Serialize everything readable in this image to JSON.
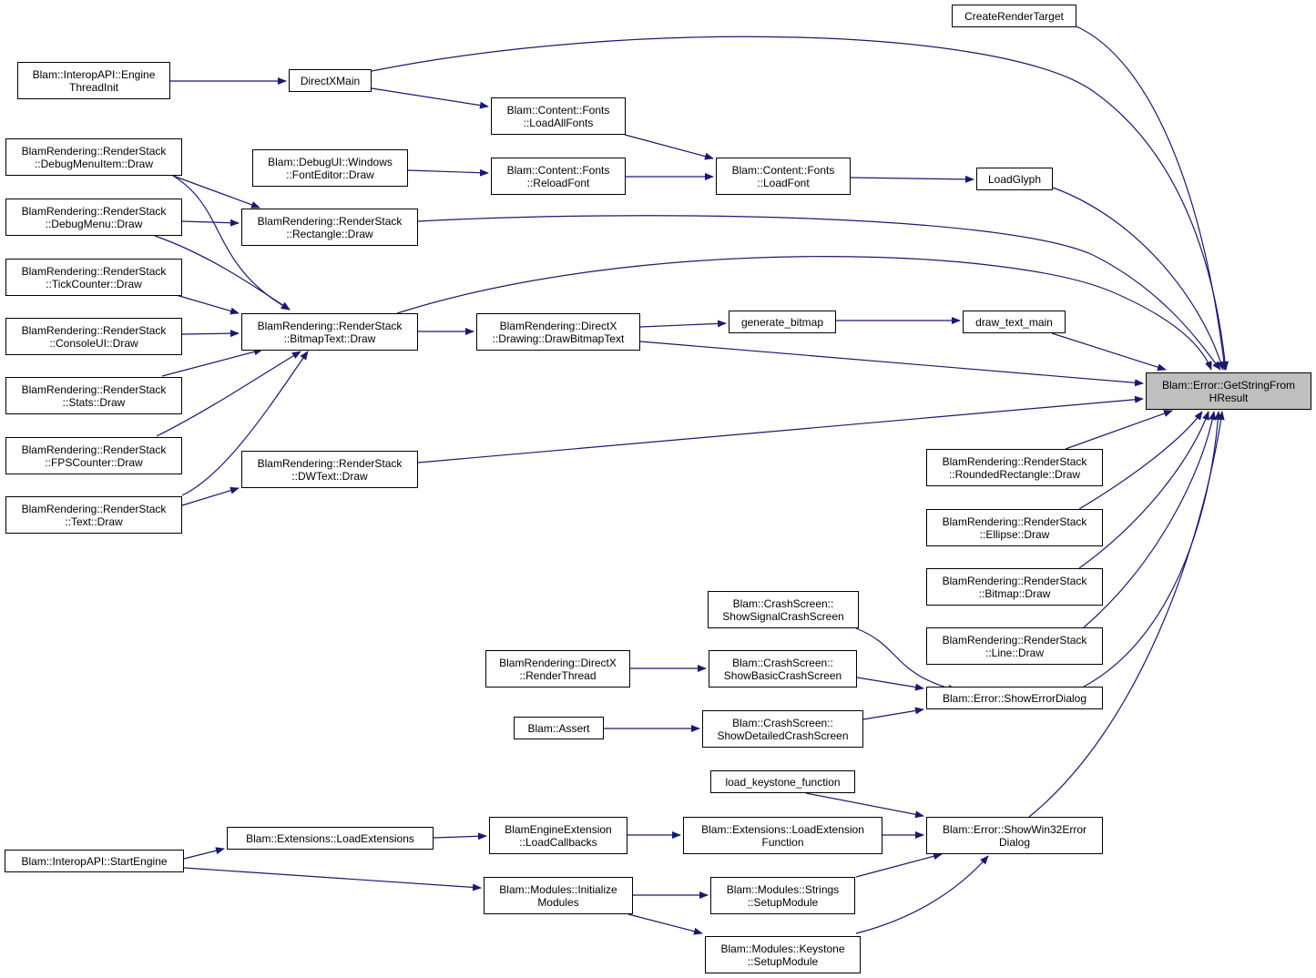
{
  "graph": {
    "edge_color": "#191970",
    "focus_fill": "#bfbfbf",
    "nodes": {
      "target": {
        "lines": [
          "Blam::Error::GetStringFrom",
          "HResult"
        ]
      },
      "createRenderTarget": {
        "lines": [
          "CreateRenderTarget"
        ]
      },
      "engineThreadInit": {
        "lines": [
          "Blam::InteropAPI::Engine",
          "ThreadInit"
        ]
      },
      "directXMain": {
        "lines": [
          "DirectXMain"
        ]
      },
      "loadAllFonts": {
        "lines": [
          "Blam::Content::Fonts",
          "::LoadAllFonts"
        ]
      },
      "debugMenuItem": {
        "lines": [
          "BlamRendering::RenderStack",
          "::DebugMenuItem::Draw"
        ]
      },
      "fontEditor": {
        "lines": [
          "Blam::DebugUI::Windows",
          "::FontEditor::Draw"
        ]
      },
      "reloadFont": {
        "lines": [
          "Blam::Content::Fonts",
          "::ReloadFont"
        ]
      },
      "loadFont": {
        "lines": [
          "Blam::Content::Fonts",
          "::LoadFont"
        ]
      },
      "loadGlyph": {
        "lines": [
          "LoadGlyph"
        ]
      },
      "debugMenu": {
        "lines": [
          "BlamRendering::RenderStack",
          "::DebugMenu::Draw"
        ]
      },
      "rectangle": {
        "lines": [
          "BlamRendering::RenderStack",
          "::Rectangle::Draw"
        ]
      },
      "tickCounter": {
        "lines": [
          "BlamRendering::RenderStack",
          "::TickCounter::Draw"
        ]
      },
      "consoleUI": {
        "lines": [
          "BlamRendering::RenderStack",
          "::ConsoleUI::Draw"
        ]
      },
      "bitmapText": {
        "lines": [
          "BlamRendering::RenderStack",
          "::BitmapText::Draw"
        ]
      },
      "drawBitmapText": {
        "lines": [
          "BlamRendering::DirectX",
          "::Drawing::DrawBitmapText"
        ]
      },
      "generateBitmap": {
        "lines": [
          "generate_bitmap"
        ]
      },
      "drawTextMain": {
        "lines": [
          "draw_text_main"
        ]
      },
      "stats": {
        "lines": [
          "BlamRendering::RenderStack",
          "::Stats::Draw"
        ]
      },
      "fpsCounter": {
        "lines": [
          "BlamRendering::RenderStack",
          "::FPSCounter::Draw"
        ]
      },
      "dwText": {
        "lines": [
          "BlamRendering::RenderStack",
          "::DWText::Draw"
        ]
      },
      "text": {
        "lines": [
          "BlamRendering::RenderStack",
          "::Text::Draw"
        ]
      },
      "roundedRect": {
        "lines": [
          "BlamRendering::RenderStack",
          "::RoundedRectangle::Draw"
        ]
      },
      "ellipse": {
        "lines": [
          "BlamRendering::RenderStack",
          "::Ellipse::Draw"
        ]
      },
      "bitmap": {
        "lines": [
          "BlamRendering::RenderStack",
          "::Bitmap::Draw"
        ]
      },
      "line": {
        "lines": [
          "BlamRendering::RenderStack",
          "::Line::Draw"
        ]
      },
      "signalCrash": {
        "lines": [
          "Blam::CrashScreen::",
          "ShowSignalCrashScreen"
        ]
      },
      "renderThread": {
        "lines": [
          "BlamRendering::DirectX",
          "::RenderThread"
        ]
      },
      "basicCrash": {
        "lines": [
          "Blam::CrashScreen::",
          "ShowBasicCrashScreen"
        ]
      },
      "showErrorDialog": {
        "lines": [
          "Blam::Error::ShowErrorDialog"
        ]
      },
      "assert": {
        "lines": [
          "Blam::Assert"
        ]
      },
      "detailedCrash": {
        "lines": [
          "Blam::CrashScreen::",
          "ShowDetailedCrashScreen"
        ]
      },
      "loadKeystone": {
        "lines": [
          "load_keystone_function"
        ]
      },
      "loadExtensions": {
        "lines": [
          "Blam::Extensions::LoadExtensions"
        ]
      },
      "engineExtension": {
        "lines": [
          "BlamEngineExtension",
          "::LoadCallbacks"
        ]
      },
      "loadExtensionFunction": {
        "lines": [
          "Blam::Extensions::LoadExtension",
          "Function"
        ]
      },
      "win32Dialog": {
        "lines": [
          "Blam::Error::ShowWin32Error",
          "Dialog"
        ]
      },
      "startEngine": {
        "lines": [
          "Blam::InteropAPI::StartEngine"
        ]
      },
      "modulesInit": {
        "lines": [
          "Blam::Modules::Initialize",
          "Modules"
        ]
      },
      "stringsSetup": {
        "lines": [
          "Blam::Modules::Strings",
          "::SetupModule"
        ]
      },
      "keystoneSetup": {
        "lines": [
          "Blam::Modules::Keystone",
          "::SetupModule"
        ]
      }
    }
  }
}
